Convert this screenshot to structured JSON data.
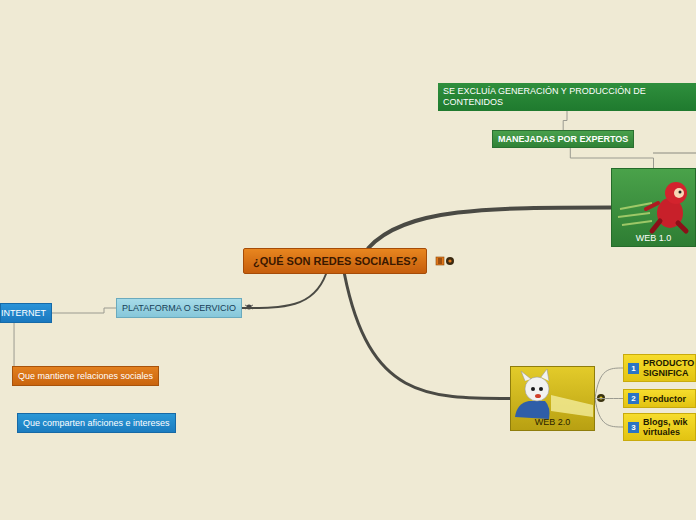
{
  "diagram": {
    "nodes": [
      {
        "text": [
          "¿QUÉ SON REDES SOCIALES?"
        ]
      },
      {
        "text": [
          "WEB 1.0"
        ]
      },
      {
        "text": [
          "MANEJADAS POR EXPERTOS"
        ]
      },
      {
        "text": [
          "SE EXCLUÍA GENERACIÓN Y PRODUCCIÓN DE CONTENIDOS"
        ]
      },
      {
        "text": [
          "WEB 2.0"
        ]
      },
      {
        "text": [
          "1",
          "PRODUCTO SIGNIFICA"
        ]
      },
      {
        "text": [
          "2",
          "Productor"
        ]
      },
      {
        "text": [
          "3",
          "Blogs, wik virtuales"
        ]
      },
      {
        "text": [
          "PLATAFORMA O SERVICIO"
        ]
      },
      {
        "text": [
          "INTERNET"
        ]
      },
      {
        "text": [
          "Que mantiene relaciones sociales"
        ]
      },
      {
        "text": [
          "Que comparten aficiones e intereses"
        ]
      }
    ],
    "edges": [
      {
        "from": 0,
        "to": 1,
        "arrow": "none"
      },
      {
        "from": 1,
        "to": 2,
        "arrow": "none"
      },
      {
        "from": 2,
        "to": 3,
        "arrow": "none"
      },
      {
        "from": 0,
        "to": 4,
        "arrow": "none"
      },
      {
        "from": 4,
        "to": 5,
        "arrow": "none"
      },
      {
        "from": 4,
        "to": 6,
        "arrow": "none"
      },
      {
        "from": 4,
        "to": 7,
        "arrow": "none"
      },
      {
        "from": 0,
        "to": 8,
        "arrow": "none"
      },
      {
        "from": 8,
        "to": 9,
        "arrow": "none"
      },
      {
        "from": 9,
        "to": 10,
        "arrow": "none"
      }
    ]
  }
}
